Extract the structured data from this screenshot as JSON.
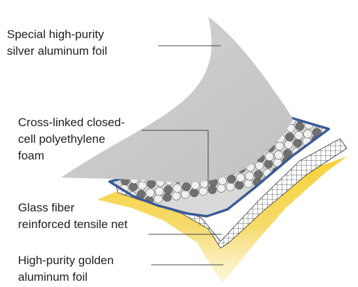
{
  "diagram": {
    "layers": [
      {
        "id": "silver",
        "lines": [
          "Special high-purity",
          "silver aluminum foil"
        ]
      },
      {
        "id": "foam",
        "lines": [
          "Cross-linked closed-",
          "cell polyethylene",
          "foam"
        ]
      },
      {
        "id": "net",
        "lines": [
          "Glass fiber",
          "reinforced tensile net"
        ]
      },
      {
        "id": "gold",
        "lines": [
          "High-purity golden",
          "aluminum foil"
        ]
      }
    ],
    "colors": {
      "silver_foil": "#c9c9c9",
      "foam_border": "#3a5a96",
      "foam_bubble_light": "#f0f0f0",
      "foam_bubble_dark": "#707070",
      "net_line": "#333333",
      "gold_foil": "#f2c21a",
      "leader_line": "#444444"
    }
  }
}
